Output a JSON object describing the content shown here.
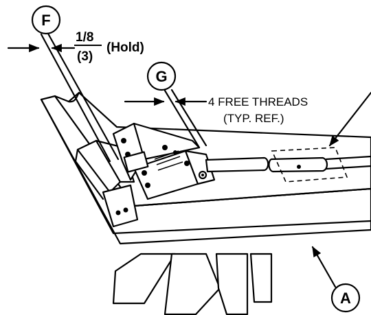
{
  "callouts": {
    "f": "F",
    "g": "G",
    "a": "A"
  },
  "dimension": {
    "value": "1/8",
    "metric": "(3)",
    "note": "(Hold)"
  },
  "threads_note": {
    "line1": "4 FREE THREADS",
    "line2": "(TYP. REF.)"
  },
  "colors": {
    "ink": "#000000",
    "paper": "#ffffff"
  }
}
